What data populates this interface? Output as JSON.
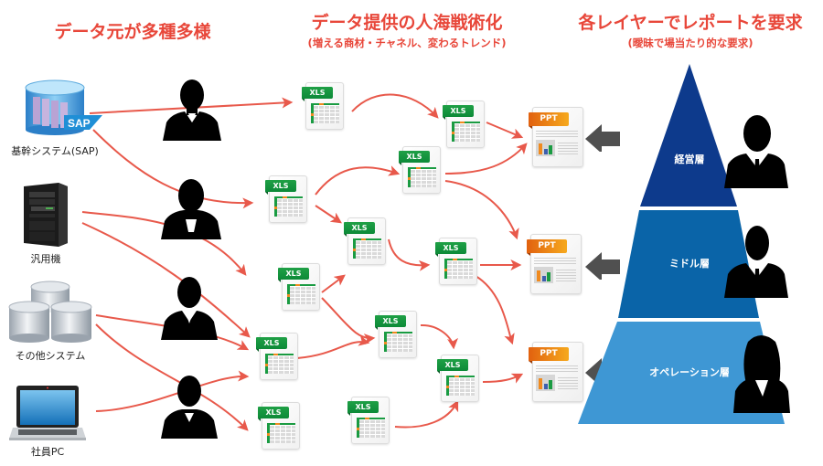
{
  "headers": {
    "sources": {
      "title": "データ元が多種多様"
    },
    "provision": {
      "title": "データ提供の人海戦術化",
      "subtitle": "(増える商材・チャネル、変わるトレンド)"
    },
    "reports": {
      "title": "各レイヤーでレポートを要求",
      "subtitle": "(曖昧で場当たり的な要求)"
    }
  },
  "sources": [
    {
      "label": "基幹システム(SAP)",
      "icon": "sap-database-icon",
      "badge": "SAP"
    },
    {
      "label": "汎用機",
      "icon": "server-rack-icon"
    },
    {
      "label": "その他システム",
      "icon": "database-cluster-icon"
    },
    {
      "label": "社員PC",
      "icon": "laptop-icon"
    }
  ],
  "xls_label": "XLS",
  "ppt_label": "PPT",
  "layers": [
    {
      "label": "経営層",
      "color": "#0d3a8c"
    },
    {
      "label": "ミドル層",
      "color": "#0a64a8"
    },
    {
      "label": "オペレーション層",
      "color": "#3e97d4"
    }
  ],
  "colors": {
    "accent_red": "#e8473a",
    "flow_arrow": "#e8594b",
    "xls_green": "#1a9b42",
    "ppt_orange": "#f08a1e",
    "gray_arrow": "#505050"
  }
}
